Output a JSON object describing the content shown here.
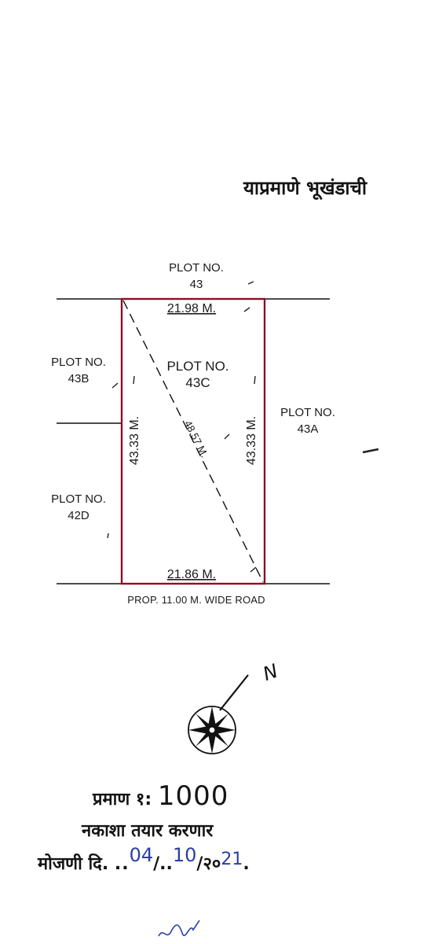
{
  "header_fragment": "याप्रमाणे भूखंडाची",
  "plan": {
    "plot_top": {
      "label": "PLOT NO.",
      "number": "43"
    },
    "plot_left_upper": {
      "label": "PLOT NO.",
      "number": "43B"
    },
    "plot_left_lower": {
      "label": "PLOT NO.",
      "number": "42D"
    },
    "plot_center": {
      "label": "PLOT NO.",
      "number": "43C"
    },
    "plot_right": {
      "label": "PLOT NO.",
      "number": "43A"
    },
    "dim_top": "21.98 M.",
    "dim_bottom": "21.86 M.",
    "dim_left": "43.33 M.",
    "dim_right": "43.33 M.",
    "dim_diagonal": "48.57 M.",
    "road_label": "PROP. 11.00 M. WIDE ROAD",
    "boundary_color": "#c8102e"
  },
  "north_arrow": {
    "letter": "N",
    "icon": "compass-rose-icon"
  },
  "scale_line": {
    "label": "प्रमाण १:",
    "value": "1000"
  },
  "prepared_by": "नकाशा तयार करणार",
  "survey_date": {
    "label": "मोजणी दि.",
    "day": "04",
    "month": "10",
    "year_prefix": "२०",
    "year_suffix": "21"
  }
}
